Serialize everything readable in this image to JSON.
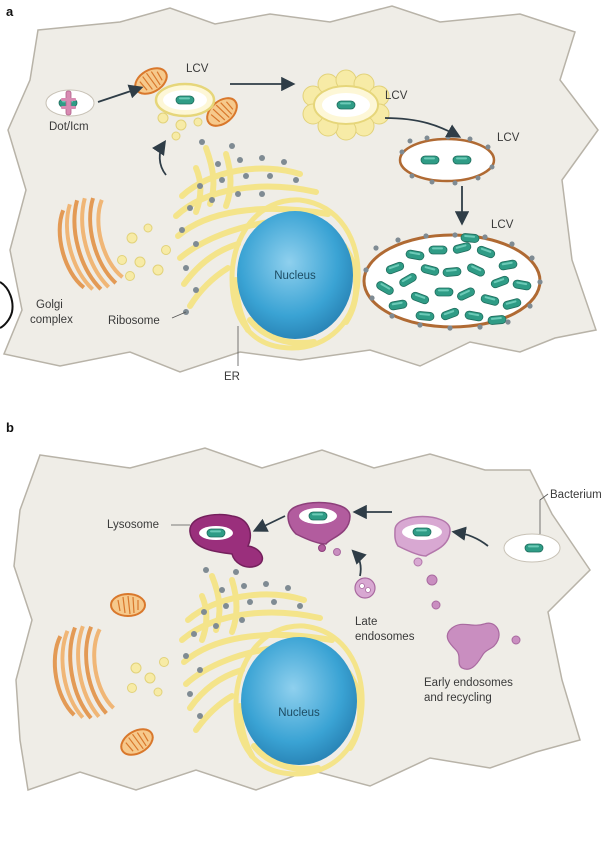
{
  "panels": [
    {
      "letter": "a",
      "labels": {
        "dot_icm": "Dot/Icm",
        "lcv_1": "LCV",
        "lcv_2": "LCV",
        "lcv_3": "LCV",
        "lcv_4": "LCV",
        "golgi_line1": "Golgi",
        "golgi_line2": "complex",
        "ribosome": "Ribosome",
        "er": "ER",
        "nucleus": "Nucleus"
      }
    },
    {
      "letter": "b",
      "labels": {
        "bacterium": "Bacterium",
        "lysosome": "Lysosome",
        "late_line1": "Late",
        "late_line2": "endosomes",
        "early_line1": "Early endosomes",
        "early_line2": "and recycling",
        "nucleus": "Nucleus"
      }
    }
  ],
  "colors": {
    "cytoplasm": "#efede7",
    "cell_outline": "#b8b3a8",
    "nucleus": "#3aa3d4",
    "er": "#f4e48a",
    "ribosome": "#7f8b93",
    "mitochondria": "#e1893a",
    "lcv_membrane": "#b06a33",
    "bacterium": "#2f9c86",
    "lysosome": "#9a2f7c",
    "endosome": "#c98ec0",
    "dot_icm": "#d88ab2"
  }
}
